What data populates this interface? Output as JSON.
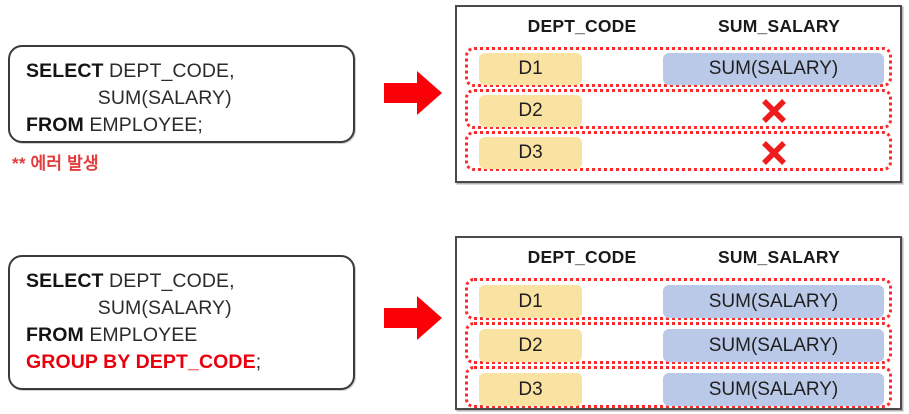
{
  "examples": [
    {
      "id": "without-group-by",
      "sql": {
        "lines": [
          {
            "keyword": "SELECT",
            "rest": " DEPT_CODE,",
            "style": "normal"
          },
          {
            "keyword": "",
            "rest": "             SUM(SALARY)",
            "style": "normal"
          },
          {
            "keyword": "FROM",
            "rest": " EMPLOYEE;",
            "style": "normal"
          }
        ]
      },
      "error_note": "** 에러 발생",
      "arrow": "right-arrow-icon",
      "table": {
        "columns": [
          "DEPT_CODE",
          "SUM_SALARY"
        ],
        "rows": [
          {
            "dept_code": "D1",
            "sum_salary": "SUM(SALARY)",
            "sum_state": "value"
          },
          {
            "dept_code": "D2",
            "sum_salary": "",
            "sum_state": "error"
          },
          {
            "dept_code": "D3",
            "sum_salary": "",
            "sum_state": "error"
          }
        ]
      }
    },
    {
      "id": "with-group-by",
      "sql": {
        "lines": [
          {
            "keyword": "SELECT",
            "rest": " DEPT_CODE,",
            "style": "normal"
          },
          {
            "keyword": "",
            "rest": "             SUM(SALARY)",
            "style": "normal"
          },
          {
            "keyword": "FROM",
            "rest": " EMPLOYEE",
            "style": "normal"
          },
          {
            "keyword": "GROUP BY DEPT_CODE",
            "rest": ";",
            "style": "red"
          }
        ]
      },
      "error_note": "",
      "arrow": "right-arrow-icon",
      "table": {
        "columns": [
          "DEPT_CODE",
          "SUM_SALARY"
        ],
        "rows": [
          {
            "dept_code": "D1",
            "sum_salary": "SUM(SALARY)",
            "sum_state": "value"
          },
          {
            "dept_code": "D2",
            "sum_salary": "SUM(SALARY)",
            "sum_state": "value"
          },
          {
            "dept_code": "D3",
            "sum_salary": "SUM(SALARY)",
            "sum_state": "value"
          }
        ]
      }
    }
  ],
  "text": {
    "sql1_line1_kw": "SELECT",
    "sql1_line1_rest": " DEPT_CODE,",
    "sql1_line2": "             SUM(SALARY)",
    "sql1_line3_kw": "FROM",
    "sql1_line3_rest": " EMPLOYEE;",
    "sql1_error": "** 에러 발생",
    "sql2_line1_kw": "SELECT",
    "sql2_line1_rest": " DEPT_CODE,",
    "sql2_line2": "             SUM(SALARY)",
    "sql2_line3_kw": "FROM",
    "sql2_line3_rest": " EMPLOYEE",
    "sql2_line4_kw": "GROUP BY DEPT_CODE",
    "sql2_line4_rest": ";",
    "t1_col1": "DEPT_CODE",
    "t1_col2": "SUM_SALARY",
    "t1_r1_dept": "D1",
    "t1_r1_sum": "SUM(SALARY)",
    "t1_r2_dept": "D2",
    "t1_r3_dept": "D3",
    "t2_col1": "DEPT_CODE",
    "t2_col2": "SUM_SALARY",
    "t2_r1_dept": "D1",
    "t2_r1_sum": "SUM(SALARY)",
    "t2_r2_dept": "D2",
    "t2_r2_sum": "SUM(SALARY)",
    "t2_r3_dept": "D3",
    "t2_r3_sum": "SUM(SALARY)"
  },
  "colors": {
    "arrow_red": "#FA0007",
    "dotted_red": "#FB2A2A",
    "error_text_red": "#E23B3B",
    "keyword_red": "#E8000D",
    "dept_cell_yellow": "#FAE3A2",
    "sum_cell_blue": "#BAC9E8",
    "table_border": "#4A4A4A",
    "box_border": "#3B3B3B",
    "text_dark": "#2B2B2B"
  },
  "icons": {
    "arrow": "right-arrow-icon",
    "x_mark": "x-mark-icon"
  }
}
